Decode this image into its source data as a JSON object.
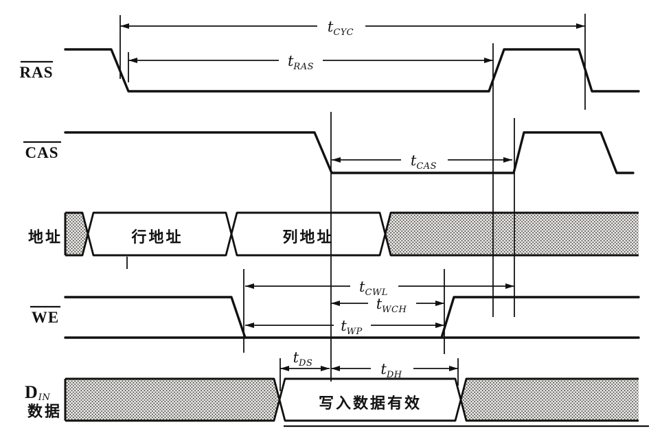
{
  "signals": {
    "ras": {
      "label": "RAS"
    },
    "cas": {
      "label": "CAS"
    },
    "addr": {
      "label": "地址",
      "row_segment": "行地址",
      "col_segment": "列地址"
    },
    "we": {
      "label": "WE"
    },
    "din": {
      "label": "D",
      "sub": "IN",
      "label2": "数据",
      "valid": "写入数据有效"
    }
  },
  "timing": {
    "t_cyc": {
      "sym": "t",
      "sub": "CYC"
    },
    "t_ras": {
      "sym": "t",
      "sub": "RAS"
    },
    "t_cas": {
      "sym": "t",
      "sub": "CAS"
    },
    "t_cwl": {
      "sym": "t",
      "sub": "CWL"
    },
    "t_wch": {
      "sym": "t",
      "sub": "WCH"
    },
    "t_wp": {
      "sym": "t",
      "sub": "WP"
    },
    "t_ds": {
      "sym": "t",
      "sub": "DS"
    },
    "t_dh": {
      "sym": "t",
      "sub": "DH"
    }
  },
  "colors": {
    "ink": "#111111",
    "paper": "#ffffff",
    "stipple_dot": "#3f3f3f",
    "stipple_bg": "#efede9"
  }
}
